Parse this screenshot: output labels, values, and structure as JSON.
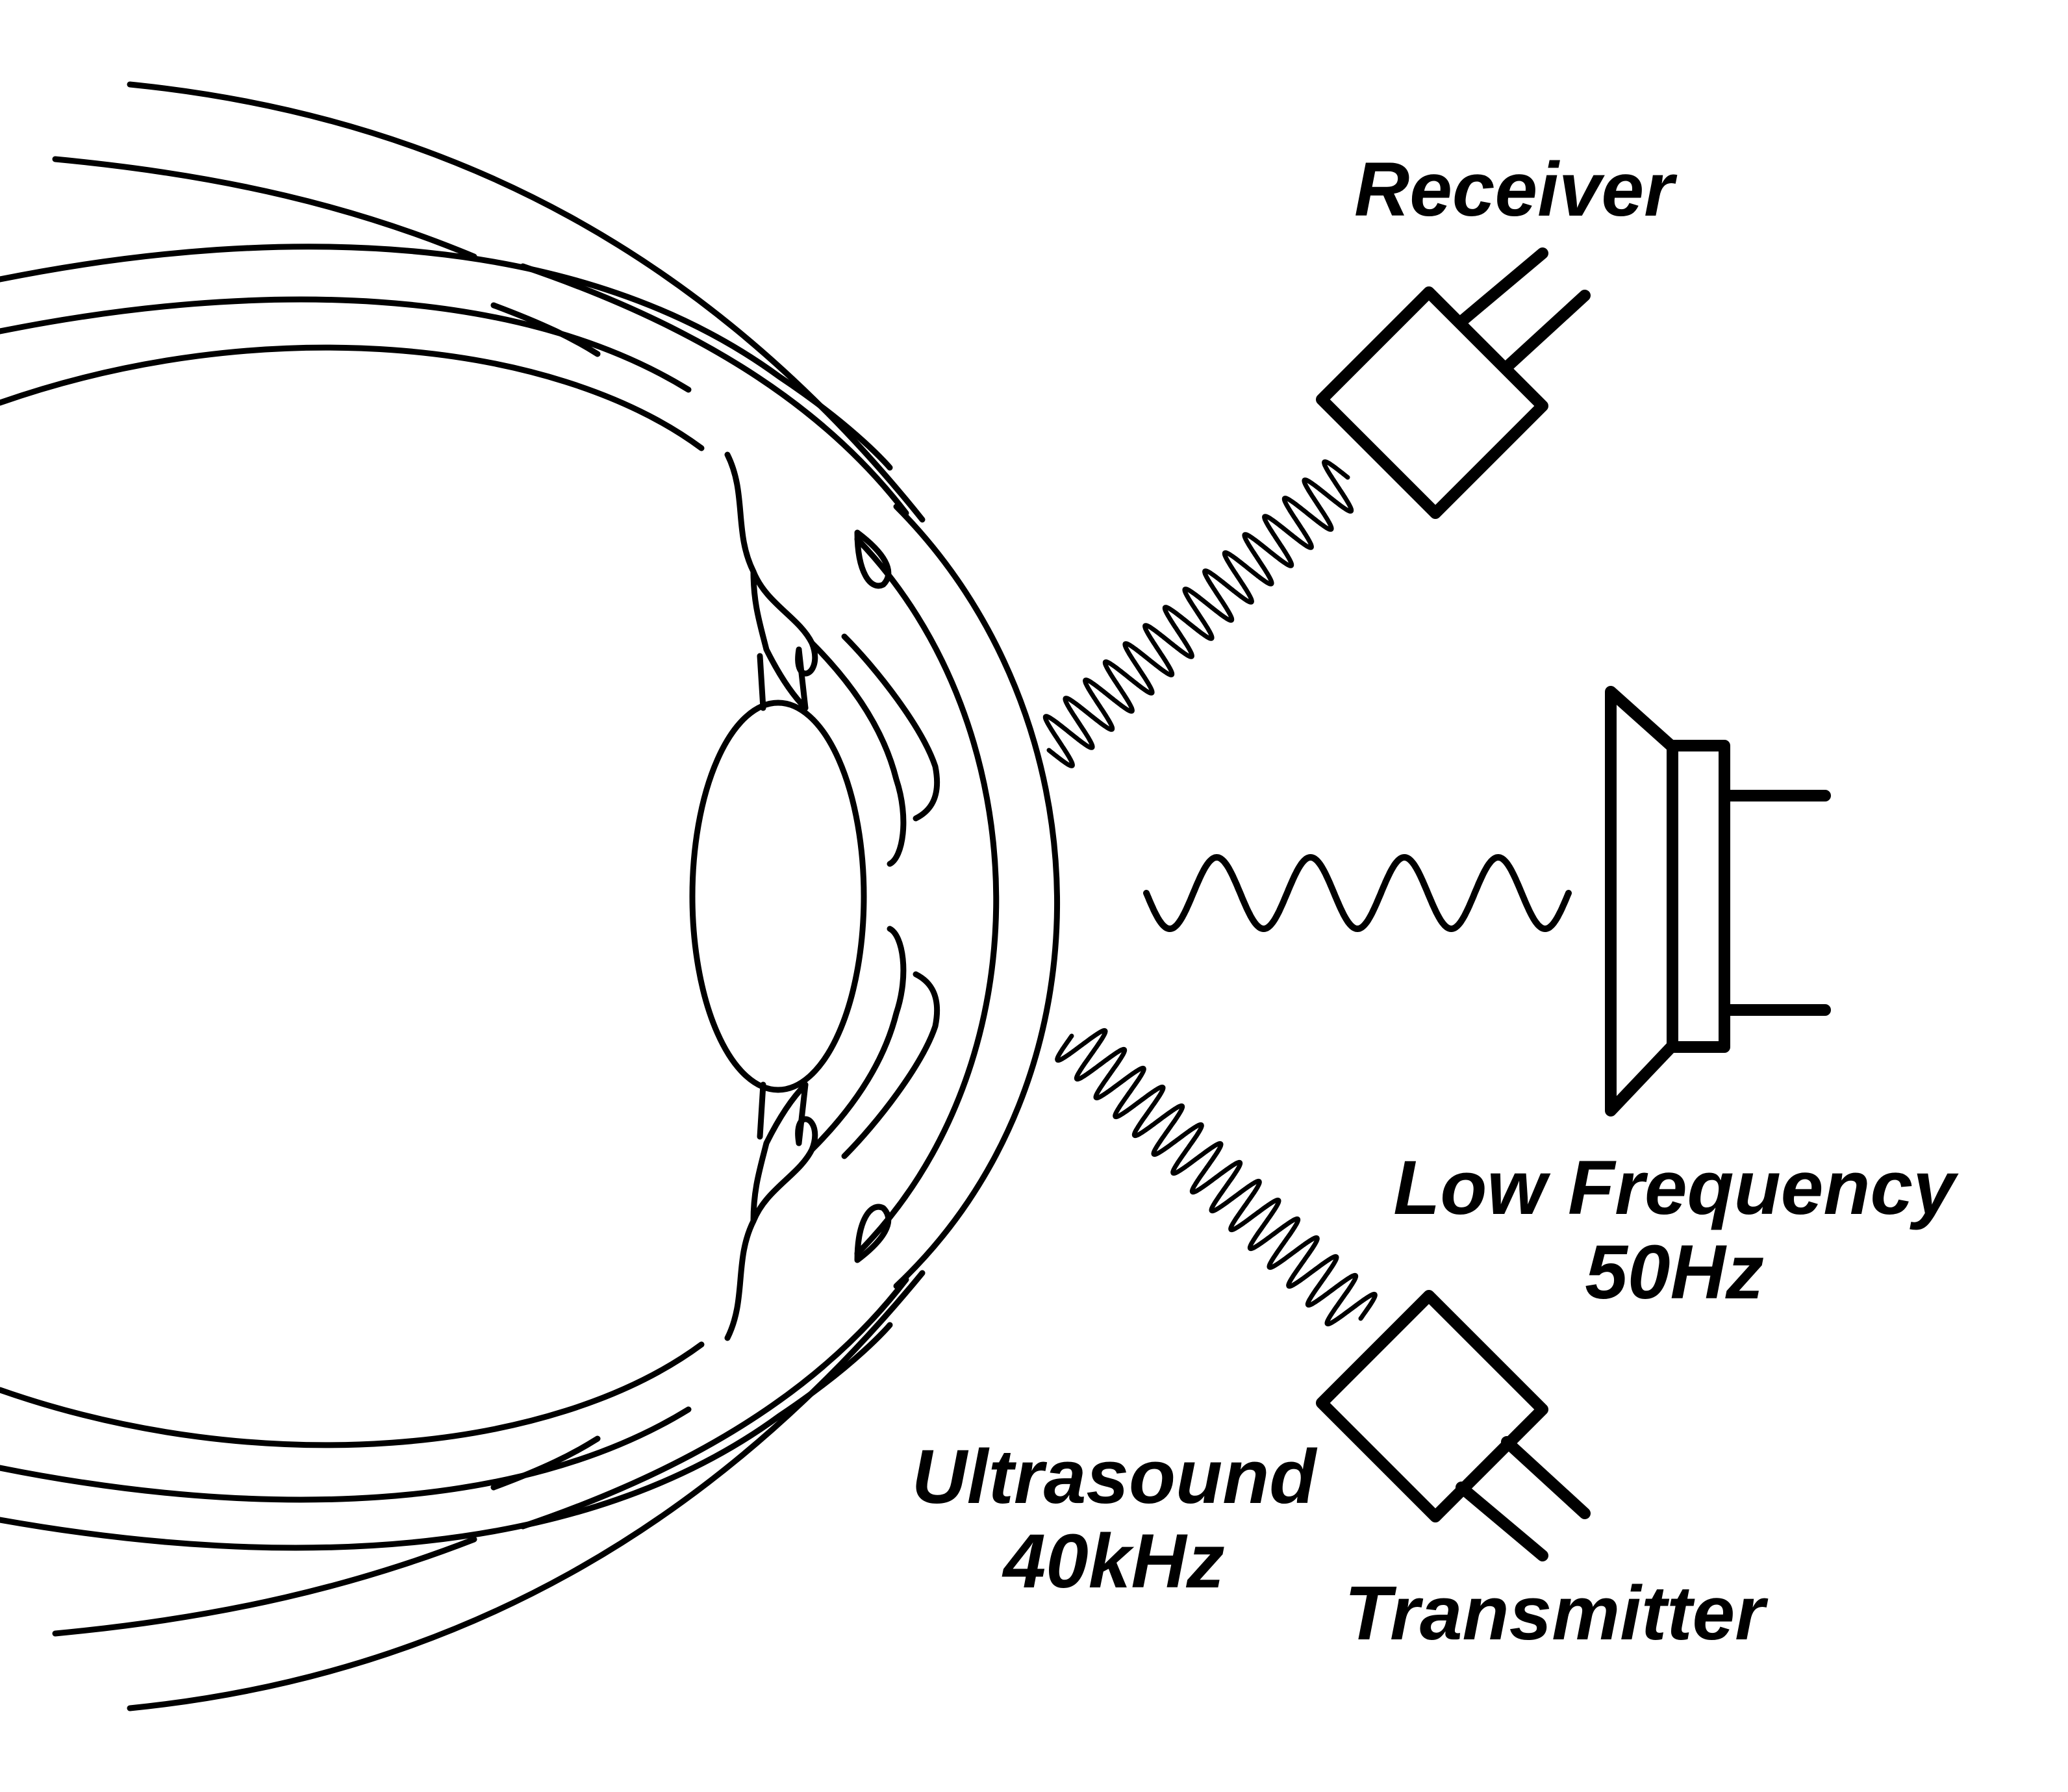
{
  "labels": {
    "receiver": "Receiver",
    "low_frequency": "Low Frequency",
    "low_frequency_value": "50Hz",
    "ultrasound": "Ultrasound",
    "ultrasound_value": "40kHz",
    "transmitter": "Transmitter"
  },
  "colors": {
    "ink": "#000000",
    "background": "#ffffff"
  }
}
